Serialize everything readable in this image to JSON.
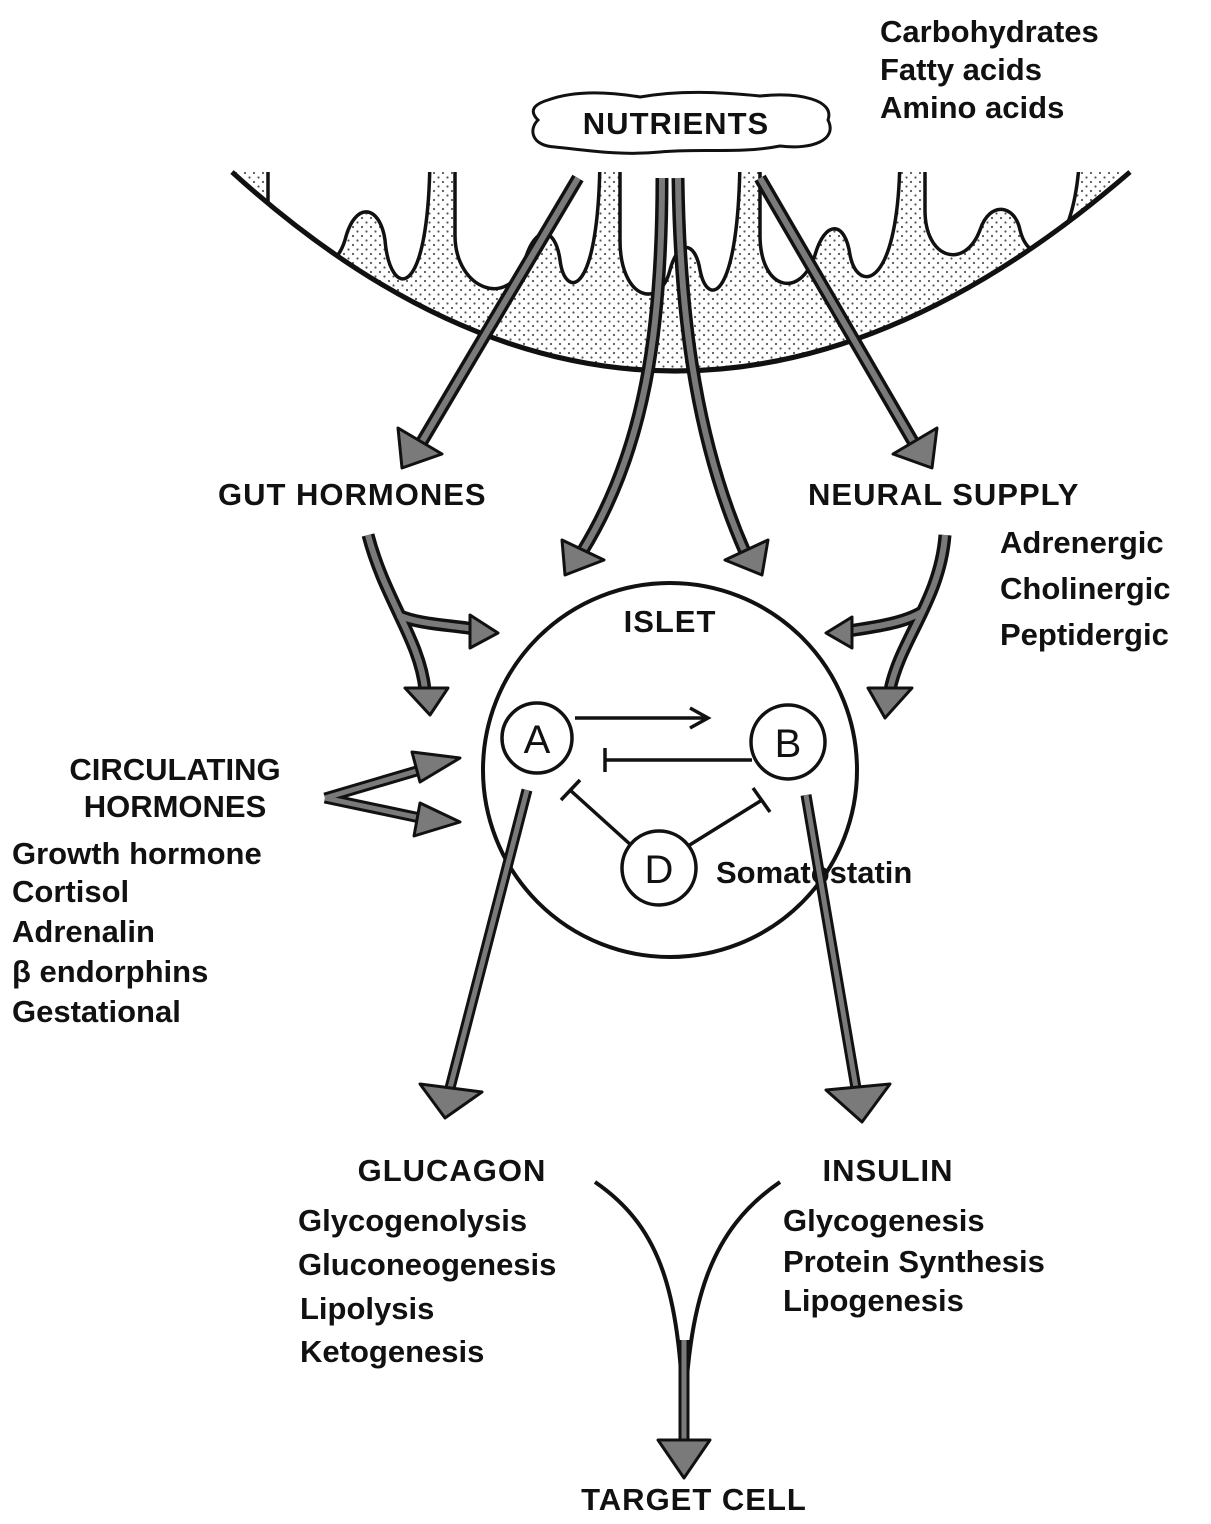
{
  "nutrients": {
    "label": "NUTRIENTS",
    "items": [
      "Carbohydrates",
      "Fatty acids",
      "Amino acids"
    ]
  },
  "gut_hormones": {
    "label": "GUT HORMONES"
  },
  "neural_supply": {
    "label": "NEURAL SUPPLY",
    "items": [
      "Adrenergic",
      "Cholinergic",
      "Peptidergic"
    ]
  },
  "islet": {
    "label": "ISLET",
    "cells": {
      "a": "A",
      "b": "B",
      "d": "D"
    },
    "d_product": "Somatostatin"
  },
  "circulating_hormones": {
    "label_line1": "CIRCULATING",
    "label_line2": "HORMONES",
    "items": [
      "Growth hormone",
      "Cortisol",
      "Adrenalin",
      "β endorphins",
      "Gestational"
    ]
  },
  "glucagon": {
    "label": "GLUCAGON",
    "effects": [
      "Glycogenolysis",
      "Gluconeogenesis",
      "Lipolysis",
      "Ketogenesis"
    ]
  },
  "insulin": {
    "label": "INSULIN",
    "effects": [
      "Glycogenesis",
      "Protein Synthesis",
      "Lipogenesis"
    ]
  },
  "target": {
    "label": "TARGET CELL"
  },
  "colors": {
    "ink": "#111111",
    "arrow_fill": "#7a7a7a",
    "stipple": "#555555",
    "background": "#ffffff"
  }
}
